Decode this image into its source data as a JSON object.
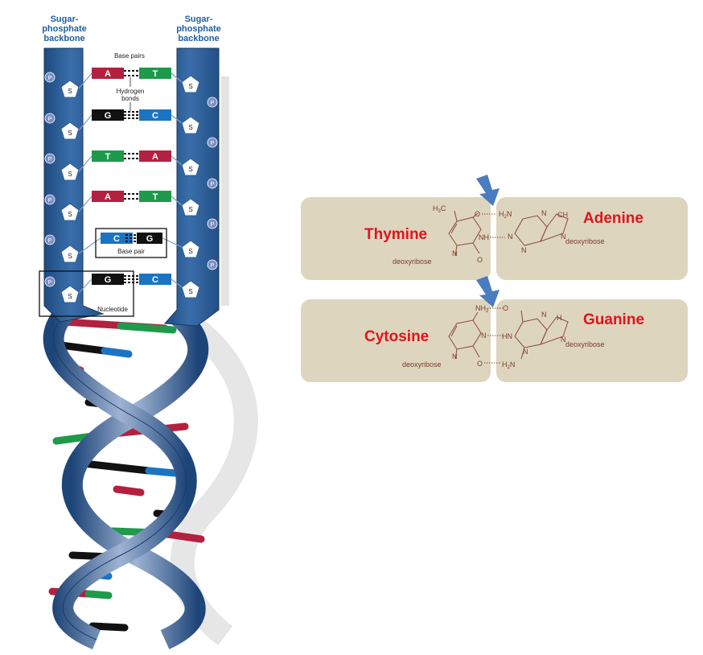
{
  "dna": {
    "backbone_left": [
      "Sugar-",
      "phosphate",
      "backbone"
    ],
    "backbone_right": [
      "Sugar-",
      "phosphate",
      "backbone"
    ],
    "base_pairs_label": "Base pairs",
    "hydrogen_label": [
      "Hydrogen",
      "bonds"
    ],
    "base_pair_box_label": "Base pair",
    "nucleotide_label": "Nucleotide",
    "sugar_letter": "S",
    "phosphate_letter": "P",
    "pairs": [
      {
        "left": "A",
        "right": "T",
        "left_color": "#b2213f",
        "right_color": "#1f9a4a"
      },
      {
        "left": "G",
        "right": "C",
        "left_color": "#111111",
        "right_color": "#1b74c2"
      },
      {
        "left": "T",
        "right": "A",
        "left_color": "#1f9a4a",
        "right_color": "#b2213f"
      },
      {
        "left": "A",
        "right": "T",
        "left_color": "#b2213f",
        "right_color": "#1f9a4a"
      },
      {
        "left": "C",
        "right": "G",
        "left_color": "#1b74c2",
        "right_color": "#111111"
      },
      {
        "left": "G",
        "right": "C",
        "left_color": "#111111",
        "right_color": "#1b74c2"
      }
    ],
    "colors": {
      "backbone": "#2d5f9a",
      "backbone_light": "#7f9ec4"
    }
  },
  "pairing": {
    "top": {
      "left_name": "Thymine",
      "right_name": "Adenine",
      "left_sugar": "deoxyribose",
      "right_sugar": "deoxyribose"
    },
    "bottom": {
      "left_name": "Cytosine",
      "right_name": "Guanine",
      "left_sugar": "deoxyribose",
      "right_sugar": "deoxyribose"
    },
    "atoms": {
      "O": "O",
      "N": "N",
      "NH": "NH",
      "HN": "HN",
      "CH": "CH",
      "H": "H",
      "C": "C"
    },
    "colors": {
      "panel": "#ded5bf",
      "name": "#e0141b",
      "arrow": "#4a7cc0",
      "structure": "#7a3c2a"
    }
  }
}
